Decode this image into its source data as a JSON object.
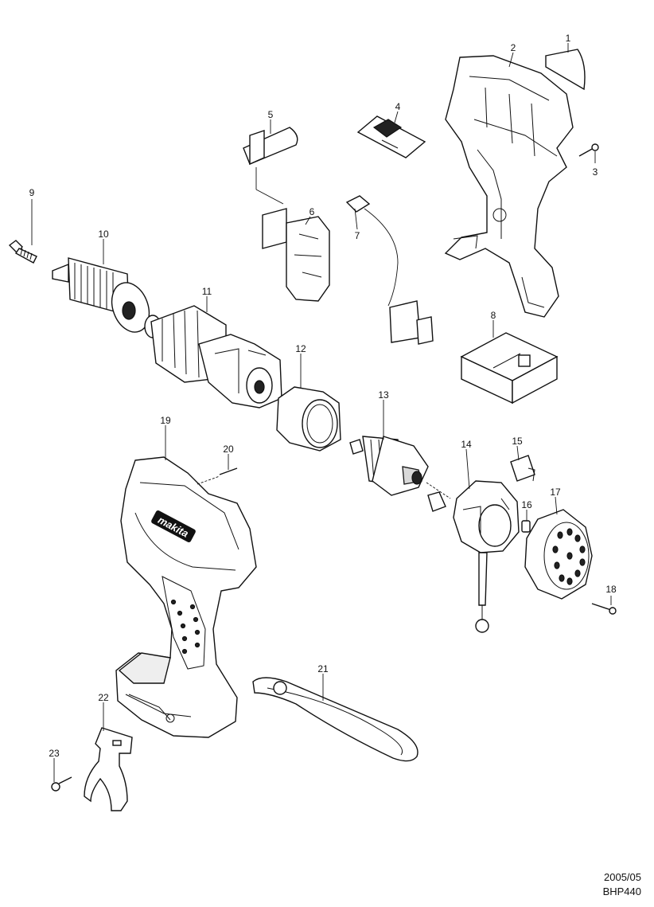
{
  "parts": [
    {
      "num": "1"
    },
    {
      "num": "2"
    },
    {
      "num": "3"
    },
    {
      "num": "4"
    },
    {
      "num": "5"
    },
    {
      "num": "6"
    },
    {
      "num": "7"
    },
    {
      "num": "8"
    },
    {
      "num": "9"
    },
    {
      "num": "10"
    },
    {
      "num": "11"
    },
    {
      "num": "12"
    },
    {
      "num": "13"
    },
    {
      "num": "14"
    },
    {
      "num": "15"
    },
    {
      "num": "16"
    },
    {
      "num": "17"
    },
    {
      "num": "18"
    },
    {
      "num": "19"
    },
    {
      "num": "20"
    },
    {
      "num": "21"
    },
    {
      "num": "22"
    },
    {
      "num": "23"
    }
  ],
  "brand_logo_text": "makita",
  "footer": {
    "date": "2005/05",
    "model": "BHP440"
  }
}
